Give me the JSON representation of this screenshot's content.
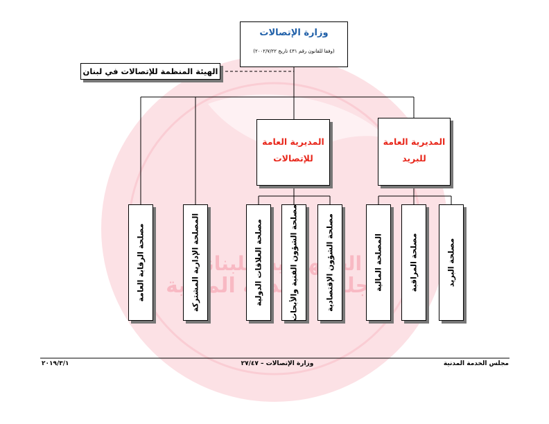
{
  "ministry": {
    "title": "وزارة الإتصالات",
    "subtitle": "(وفقا للقانون رقم ٤٣١ تاريخ ٢٠٠٢/٧/٢٢)"
  },
  "authority": {
    "label": "الهيئة المنظمة للإتصالات في لبنان"
  },
  "directorates": [
    {
      "id": "telecom",
      "label_line1": "المديرية العامة",
      "label_line2": "للإتصالات"
    },
    {
      "id": "postal",
      "label_line1": "المديرية العامة",
      "label_line2": "للبريد"
    }
  ],
  "units": [
    "مصلحة الرقابة العامة",
    "المصلحة الإدارية المشتركة",
    "مصلحة العلاقات الدولية",
    "مصلحة الشؤون الفنية والأبحاث",
    "مصلحة الشؤون الإقتصادية",
    "المصلحة المالية",
    "مصلحة المراقبة",
    "مصلحة البريد"
  ],
  "watermark": {
    "line1": "الجمهورية اللبنانية",
    "line2": "مجلس الخدمة المدنية"
  },
  "footer": {
    "date": "٢٠١٩/٣/١",
    "center": "وزارة الإتصالات – ٢٧/٤٧",
    "right": "مجلس الخدمة المدنية"
  },
  "colors": {
    "title_blue": "#1f5fa8",
    "directorate_red": "#e8281c",
    "watermark_pink": "#f7a8b4"
  }
}
